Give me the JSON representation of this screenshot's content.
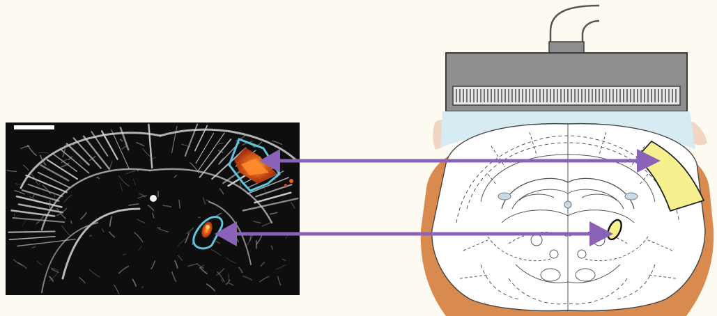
{
  "figure": {
    "background_color": "#fdfbf1",
    "panels": [
      {
        "id": "doppler-image",
        "kind": "functional ultrasound Doppler image (vasculature with activation)",
        "has_scale_bar": true
      },
      {
        "id": "brain-schematic",
        "kind": "coronal brain atlas section under ultrasound probe"
      }
    ],
    "arrows": [
      {
        "id": "cortex-arrow",
        "from": "activation-cortex",
        "to": "cortical-roi",
        "bidirectional": true
      },
      {
        "id": "deep-arrow",
        "from": "activation-deep",
        "to": "deep-roi",
        "bidirectional": true
      }
    ],
    "colors": {
      "arrow": "#8a63b8",
      "roi_outline": "#5fc6e0",
      "activation": "#e8661b",
      "skull": "#d98a4e",
      "gel": "#d6ecf2",
      "probe": "#8e8e8e",
      "highlight_roi": "#f6f08e"
    },
    "icons": [
      "ultrasound-probe",
      "scale-bar"
    ]
  }
}
